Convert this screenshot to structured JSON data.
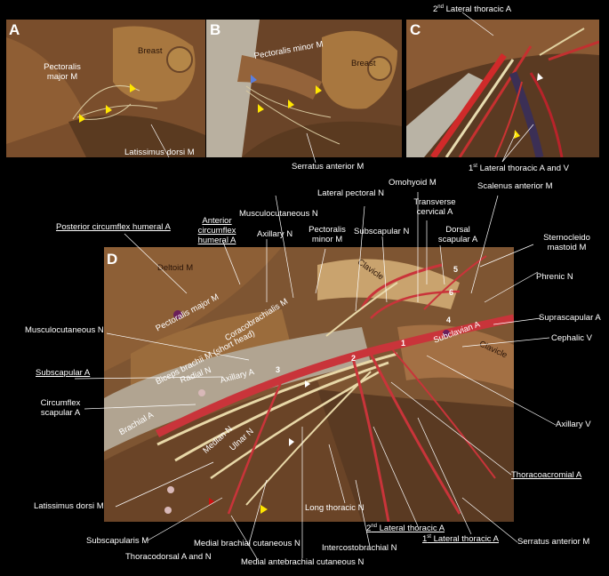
{
  "panels": {
    "A": {
      "letter": "A",
      "labels": {
        "pectoralis_major": "Pectoralis major M",
        "breast": "Breast",
        "latissimus": "Latissimus dorsi M"
      }
    },
    "B": {
      "letter": "B",
      "labels": {
        "pectoralis_minor": "Pectoralis minor M",
        "breast": "Breast",
        "serratus": "Serratus anterior M"
      }
    },
    "C": {
      "letter": "C",
      "labels": {
        "second_lateral_thoracic_pre": "2",
        "second_lateral_thoracic_sup": "nd",
        "second_lateral_thoracic_post": " Lateral thoracic A",
        "first_lateral_thoracic_pre": "1",
        "first_lateral_thoracic_sup": "st",
        "first_lateral_thoracic_post": " Lateral thoracic A and V"
      }
    },
    "D": {
      "letter": "D",
      "outside_labels": {
        "omohyoid": "Omohyoid M",
        "scalenus_anterior": "Scalenus anterior M",
        "lateral_pectoral": "Lateral pectoral N",
        "transverse_cervical": "Transverse\ncervical A",
        "musculocutaneous_top": "Musculocutaneous N",
        "posterior_circumflex": "Posterior circumflex humeral A",
        "anterior_circumflex": "Anterior circumflex\nhumeral A",
        "axillary_n": "Axillary N",
        "pectoralis_minor": "Pectoralis\nminor M",
        "subscapular_n": "Subscapular N",
        "dorsal_scapular": "Dorsal\nscapular A",
        "sternocleidomastoid": "Sternocleido\nmastoid M",
        "phrenic": "Phrenic N",
        "suprascapular": "Suprascapular A",
        "musculocutaneous_left": "Musculocutaneous N",
        "cephalic_v": "Cephalic V",
        "subscapular_a": "Subscapular A",
        "circumflex_scapular": "Circumflex\nscapular A",
        "axillary_v": "Axillary V",
        "thoracoacromial": "Thoracoacromial A",
        "latissimus": "Latissimus dorsi M",
        "subscapularis": "Subscapularis M",
        "medial_brachial": "Medial brachial cutaneous N",
        "long_thoracic": "Long thoracic N",
        "second_lateral_thoracic_pre": "2",
        "second_lateral_thoracic_sup": "nd",
        "second_lateral_thoracic_post": " Lateral thoracic A",
        "first_lateral_thoracic_pre": "1",
        "first_lateral_thoracic_sup": "st",
        "first_lateral_thoracic_post": " Lateral thoracic A",
        "serratus": "Serratus anterior M",
        "intercostobrachial": "Intercostobrachial N",
        "thoracodorsal": "Thoracodorsal A and N",
        "medial_antebrachial": "Medial antebrachial cutaneous N"
      },
      "inside_labels": {
        "deltoid": "Deltoid M",
        "clavicle": "Clavicle",
        "pectoralis_major": "Pectoralis major M",
        "coracobrachialis": "Coracobrachialis M",
        "biceps": "Biceps brachii M (short head)",
        "axillary_a": "Axillary A",
        "radial_n": "Radial N",
        "brachial_a": "Brachial A",
        "median_n": "Median N",
        "ulnar_n": "Ulnar N",
        "subclavian_a": "Subclavian A",
        "clavicle_right": "Clavicle"
      },
      "segment_numbers": [
        "1",
        "2",
        "3",
        "4",
        "5",
        "6"
      ]
    }
  },
  "colors": {
    "background": "#000000",
    "tissue": "#8a5a36",
    "artery": "#c9343a",
    "nerve": "#e8d8a8",
    "arrow": "#ffe600"
  }
}
